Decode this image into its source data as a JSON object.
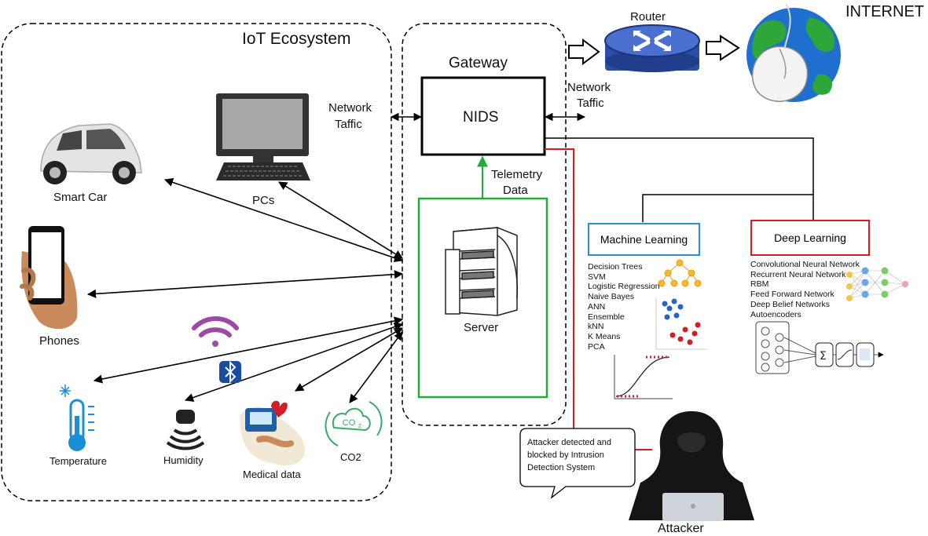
{
  "ecosystem": {
    "title": "IoT Ecosystem"
  },
  "gateway": {
    "title": "Gateway",
    "nids_label": "NIDS",
    "telemetry_label_1": "Telemetry",
    "telemetry_label_2": "Data",
    "server_label": "Server"
  },
  "network_traffic_left": {
    "line1": "Network",
    "line2": "Taffic"
  },
  "network_traffic_right": {
    "line1": "Network",
    "line2": "Taffic"
  },
  "router": {
    "label": "Router"
  },
  "internet": {
    "label": "INTERNET"
  },
  "devices": {
    "smart_car": "Smart Car",
    "pcs": "PCs",
    "phones": "Phones",
    "temperature": "Temperature",
    "humidity": "Humidity",
    "medical": "Medical data",
    "co2": "CO2",
    "co2_badge": "CO",
    "co2_sub": "2"
  },
  "machine_learning": {
    "title": "Machine Learning",
    "items": [
      "Decision Trees",
      "SVM",
      "Logistic Regression",
      "Naive Bayes",
      "ANN",
      "Ensemble",
      "kNN",
      "K Means",
      "PCA"
    ]
  },
  "deep_learning": {
    "title": "Deep Learning",
    "items": [
      "Convolutional Neural Network",
      "Recurrent Neural Network",
      "RBM",
      "Feed Forward Network",
      "Deep Belief Networks",
      "Autoencoders"
    ]
  },
  "attacker": {
    "label": "Attacker",
    "bubble_line1": "Attacker detected and",
    "bubble_line2": "blocked by Intrusion",
    "bubble_line3": "Detection System"
  },
  "colors": {
    "ml_border": "#2a8fd6",
    "dl_border": "#d21f26",
    "server_border": "#22aa3a",
    "alert_line": "#d21f26"
  }
}
